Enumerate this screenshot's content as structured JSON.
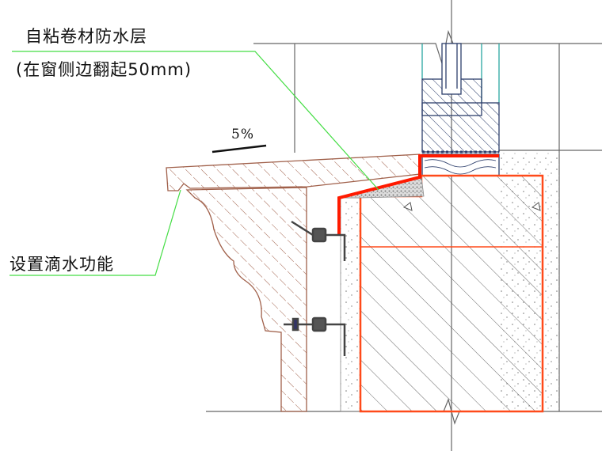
{
  "labels": {
    "membrane_line1": "自粘卷材防水层",
    "membrane_line2": "(在窗侧边翻起50mm)",
    "slope": "5%",
    "drip": "设置滴水功能"
  },
  "colors": {
    "membrane": "#ff1a00",
    "structure": "#ff4a1a",
    "sill": "#a0604a",
    "frame": "#2c3e6b",
    "glass": "#2aa6a0",
    "leader": "#44dd44",
    "line": "#666666"
  }
}
